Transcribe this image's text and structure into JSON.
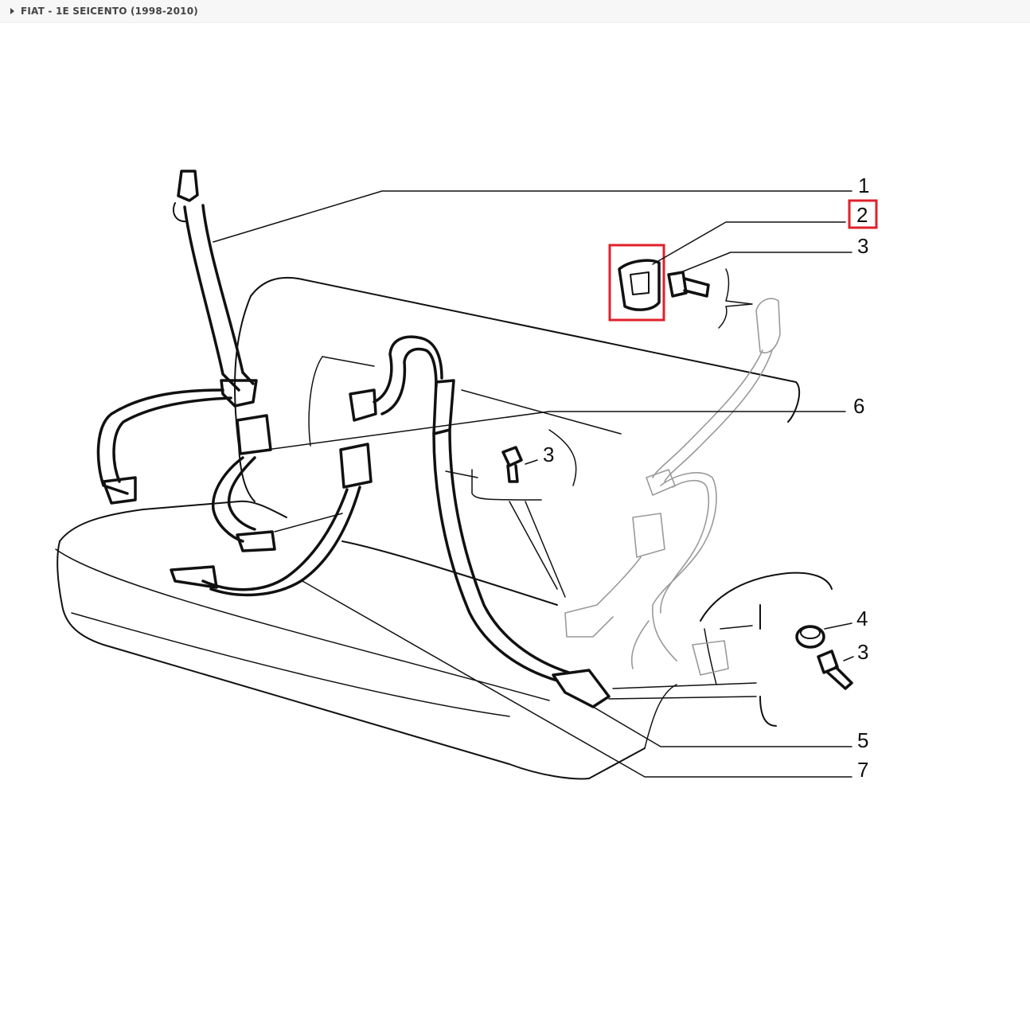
{
  "header": {
    "title": "FIAT - 1E SEICENTO (1998-2010)"
  },
  "callouts": [
    {
      "id": "1",
      "label": "1"
    },
    {
      "id": "2",
      "label": "2",
      "highlighted": true
    },
    {
      "id": "3a",
      "label": "3"
    },
    {
      "id": "6",
      "label": "6"
    },
    {
      "id": "3b",
      "label": "3"
    },
    {
      "id": "4",
      "label": "4"
    },
    {
      "id": "3c",
      "label": "3"
    },
    {
      "id": "5",
      "label": "5"
    },
    {
      "id": "7",
      "label": "7"
    }
  ],
  "colors": {
    "highlight": "#e0202a",
    "line": "#111111",
    "ghost": "#9a9a9a"
  }
}
